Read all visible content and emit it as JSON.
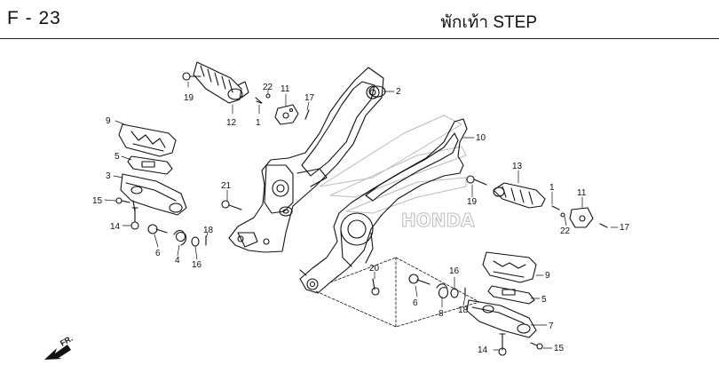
{
  "header": {
    "page_code": "F - 23",
    "title": "พักเท้า  STEP"
  },
  "direction": {
    "label": "FR."
  },
  "callouts": {
    "c1a": "1",
    "c1b": "1",
    "c2": "2",
    "c3": "3",
    "c4": "4",
    "c5a": "5",
    "c5b": "5",
    "c6a": "6",
    "c6b": "6",
    "c7": "7",
    "c8": "8",
    "c9a": "9",
    "c9b": "9",
    "c10": "10",
    "c11a": "11",
    "c11b": "11",
    "c12": "12",
    "c13": "13",
    "c14a": "14",
    "c14b": "14",
    "c15a": "15",
    "c15b": "15",
    "c16a": "16",
    "c16b": "16",
    "c17a": "17",
    "c17b": "17",
    "c18a": "18",
    "c18b": "18",
    "c19a": "19",
    "c19b": "19",
    "c20": "20",
    "c21": "21",
    "c22a": "22",
    "c22b": "22"
  }
}
